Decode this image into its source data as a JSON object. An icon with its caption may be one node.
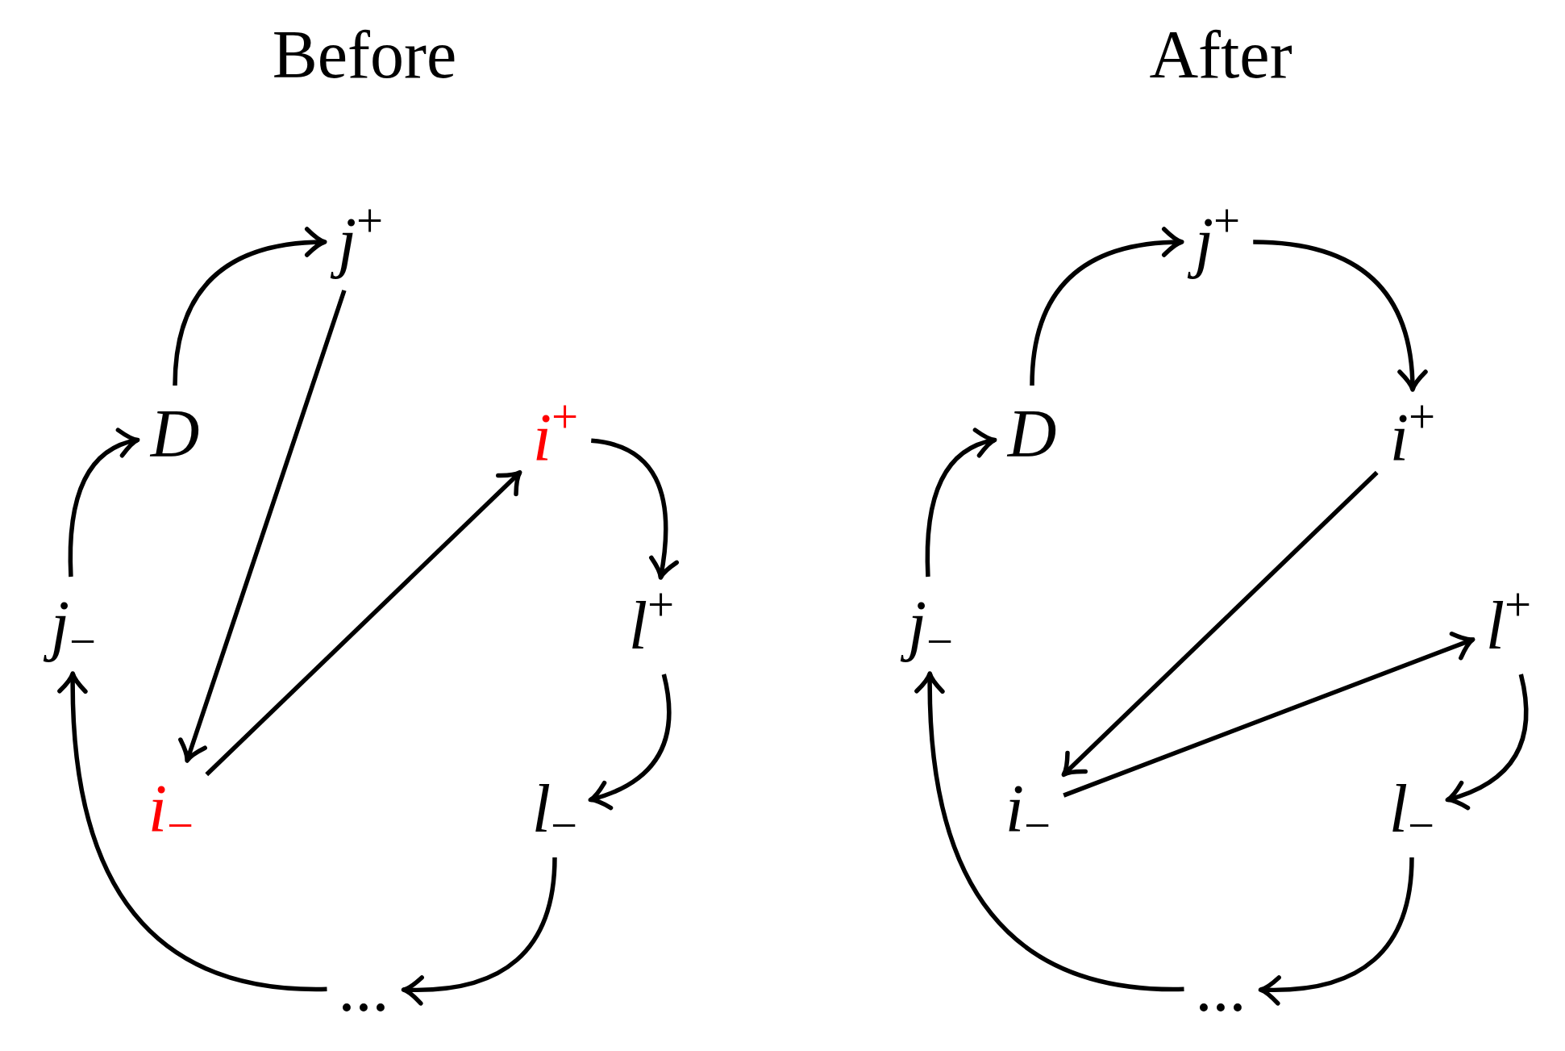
{
  "diagram": {
    "nodes": [
      {
        "text": [
          "j$^{+}$"
        ]
      },
      {
        "text": [
          "D"
        ]
      },
      {
        "text": [
          "i$^{+}$"
        ]
      },
      {
        "text": [
          "j$_{−}$"
        ]
      },
      {
        "text": [
          "l$^{+}$"
        ]
      },
      {
        "text": [
          "i$_{−}$"
        ]
      },
      {
        "text": [
          "l$_{−}$"
        ]
      },
      {
        "text": [
          "..."
        ]
      },
      {
        "text": [
          "j$^{+}$"
        ]
      },
      {
        "text": [
          "D"
        ]
      },
      {
        "text": [
          "i$^{+}$"
        ]
      },
      {
        "text": [
          "j$_{−}$"
        ]
      },
      {
        "text": [
          "l$^{+}$"
        ]
      },
      {
        "text": [
          "i$_{−}$"
        ]
      },
      {
        "text": [
          "l$_{−}$"
        ]
      },
      {
        "text": [
          "..."
        ]
      }
    ],
    "edges": [
      {
        "from": 1,
        "to": 0,
        "arrow": "to"
      },
      {
        "from": 3,
        "to": 1,
        "arrow": "to"
      },
      {
        "from": 0,
        "to": 5,
        "arrow": "to"
      },
      {
        "from": 5,
        "to": 2,
        "arrow": "to"
      },
      {
        "from": 2,
        "to": 4,
        "arrow": "to"
      },
      {
        "from": 4,
        "to": 6,
        "arrow": "to"
      },
      {
        "from": 6,
        "to": 7,
        "arrow": "to"
      },
      {
        "from": 7,
        "to": 3,
        "arrow": "to"
      },
      {
        "from": 9,
        "to": 8,
        "arrow": "to"
      },
      {
        "from": 11,
        "to": 9,
        "arrow": "to"
      },
      {
        "from": 8,
        "to": 10,
        "arrow": "to"
      },
      {
        "from": 10,
        "to": 13,
        "arrow": "to"
      },
      {
        "from": 13,
        "to": 12,
        "arrow": "to"
      },
      {
        "from": 12,
        "to": 14,
        "arrow": "to"
      },
      {
        "from": 14,
        "to": 15,
        "arrow": "to"
      },
      {
        "from": 15,
        "to": 11,
        "arrow": "to"
      }
    ],
    "labels": [
      "Before",
      "After"
    ]
  }
}
